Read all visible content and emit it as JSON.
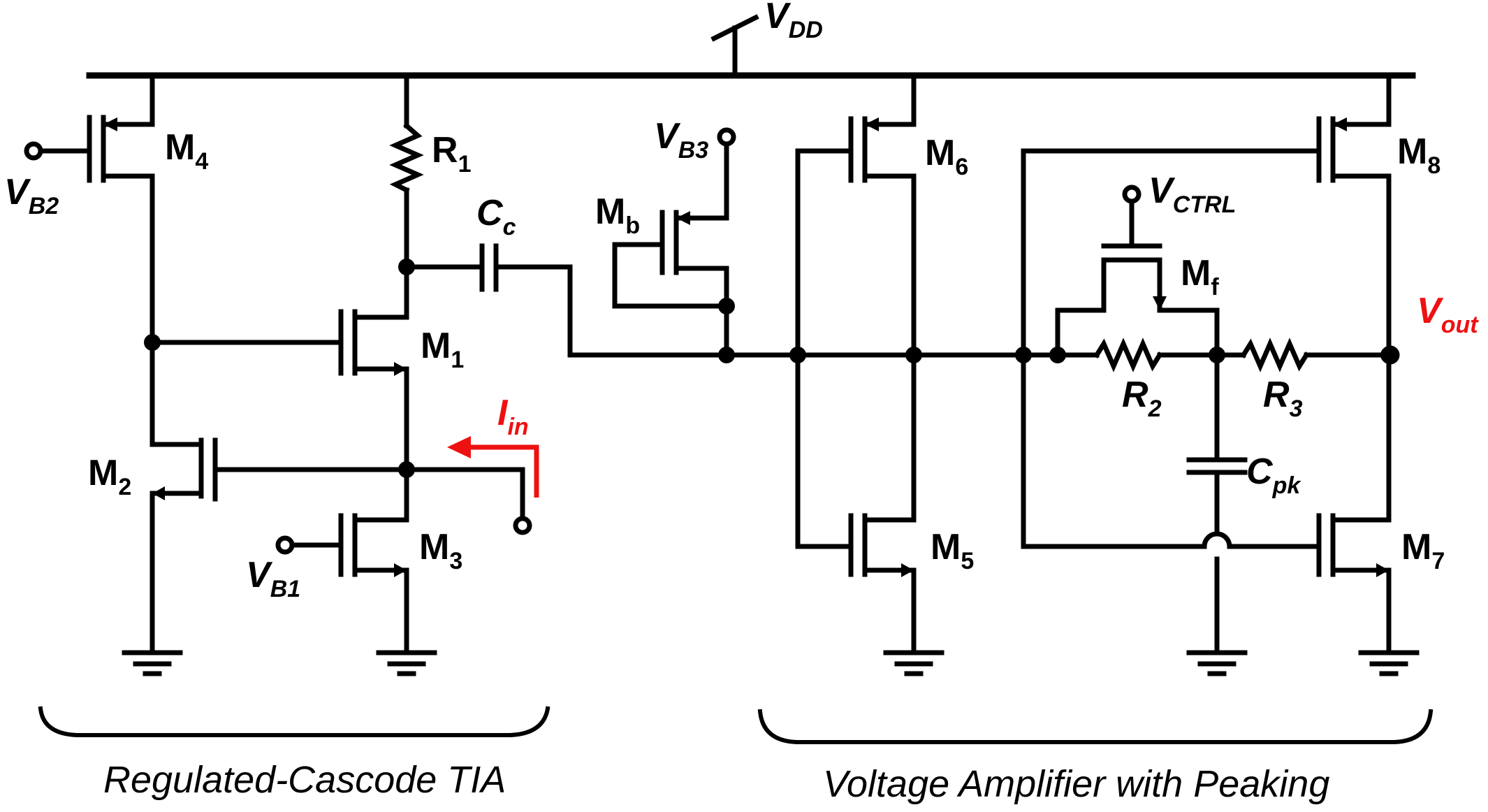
{
  "labels": {
    "vdd": {
      "main": "V",
      "sub": "DD"
    },
    "vb2": {
      "main": "V",
      "sub": "B2"
    },
    "vb1": {
      "main": "V",
      "sub": "B1"
    },
    "vb3": {
      "main": "V",
      "sub": "B3"
    },
    "vctrl": {
      "main": "V",
      "sub": "CTRL"
    },
    "vout": {
      "main": "V",
      "sub": "out"
    },
    "iin": {
      "main": "I",
      "sub": "in"
    },
    "m1": {
      "main": "M",
      "sub": "1"
    },
    "m2": {
      "main": "M",
      "sub": "2"
    },
    "m3": {
      "main": "M",
      "sub": "3"
    },
    "m4": {
      "main": "M",
      "sub": "4"
    },
    "m5": {
      "main": "M",
      "sub": "5"
    },
    "m6": {
      "main": "M",
      "sub": "6"
    },
    "m7": {
      "main": "M",
      "sub": "7"
    },
    "m8": {
      "main": "M",
      "sub": "8"
    },
    "mb": {
      "main": "M",
      "sub": "b"
    },
    "mf": {
      "main": "M",
      "sub": "f"
    },
    "r1": {
      "main": "R",
      "sub": "1"
    },
    "r2": {
      "main": "R",
      "sub": "2"
    },
    "r3": {
      "main": "R",
      "sub": "3"
    },
    "cc": {
      "main": "C",
      "sub": "c"
    },
    "cpk": {
      "main": "C",
      "sub": "pk"
    }
  },
  "captions": {
    "tia": "Regulated-Cascode TIA",
    "amp": "Voltage Amplifier with Peaking"
  },
  "colors": {
    "wire": "#000000",
    "current": "#ee1111"
  }
}
